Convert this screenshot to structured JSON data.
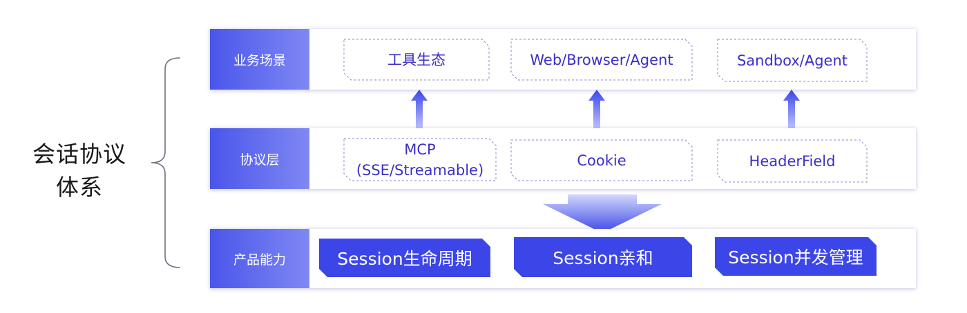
{
  "title": "会话协议体系",
  "layers": [
    {
      "label": "业务场景",
      "items": [
        "工具生态",
        "Web/Browser/Agent",
        "Sandbox/Agent"
      ]
    },
    {
      "label": "协议层",
      "items": [
        "MCP\n(SSE/Streamable)",
        "Cookie",
        "HeaderField"
      ]
    },
    {
      "label": "产品能力",
      "items": [
        "Session生命周期",
        "Session亲和",
        "Session并发管理"
      ]
    }
  ],
  "colors": {
    "accent": "#3c46e8",
    "label_gradient_start": "#4a56ea",
    "label_gradient_end": "#7f88f3",
    "text_purple": "#3b2fc9"
  }
}
